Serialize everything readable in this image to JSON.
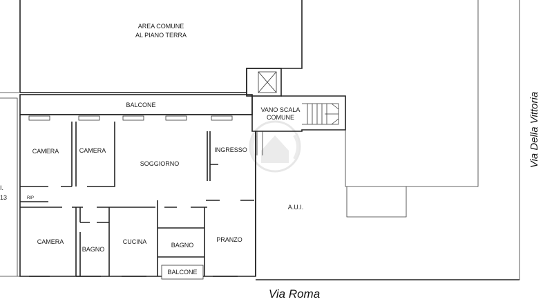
{
  "rooms": {
    "area_comune": [
      "AREA COMUNE",
      "AL PIANO TERRA"
    ],
    "balcone_top": "BALCONE",
    "vano_scala": [
      "VANO SCALA",
      "COMUNE"
    ],
    "camera_1": "CAMERA",
    "camera_2": "CAMERA",
    "soggiorno": "SOGGIORNO",
    "ingresso": "INGRESSO",
    "rip": "RIP",
    "camera_3": "CAMERA",
    "bagno_1": "BAGNO",
    "cucina": "CUCINA",
    "bagno_2": "BAGNO",
    "pranzo": "PRANZO",
    "balcone_bottom": "BALCONE",
    "aui": "A.U.I."
  },
  "left_fragments": [
    "I.",
    "13"
  ],
  "streets": {
    "south": "Via Roma",
    "east": "Via Della Vittoria"
  },
  "watermark": {
    "icon": "house-watermark-icon",
    "color": "#d9d9d9"
  }
}
